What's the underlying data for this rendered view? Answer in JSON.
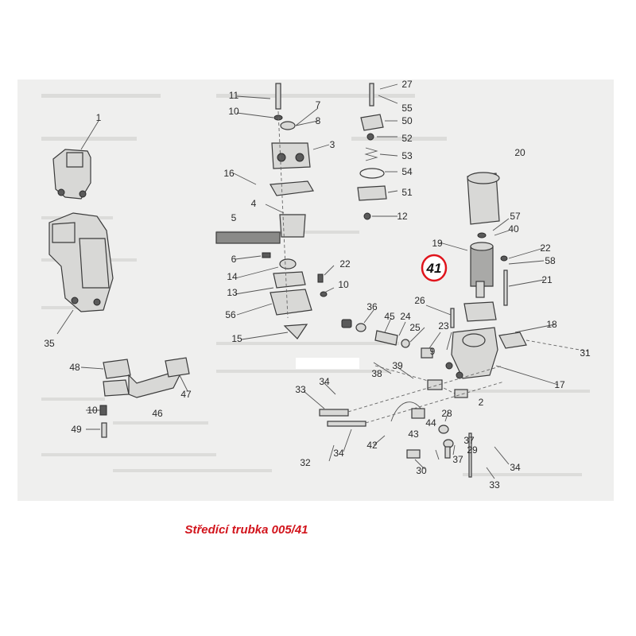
{
  "diagram": {
    "part_numbers": [
      "1",
      "2",
      "3",
      "4",
      "5",
      "6",
      "7",
      "8",
      "9",
      "10",
      "10",
      "10",
      "11",
      "12",
      "13",
      "14",
      "15",
      "16",
      "17",
      "18",
      "19",
      "20",
      "21",
      "22",
      "22",
      "23",
      "24",
      "25",
      "26",
      "27",
      "28",
      "29",
      "30",
      "31",
      "32",
      "33",
      "33",
      "34",
      "34",
      "34",
      "35",
      "36",
      "37",
      "37",
      "38",
      "39",
      "40",
      "42",
      "43",
      "44",
      "45",
      "46",
      "47",
      "48",
      "49",
      "50",
      "51",
      "52",
      "53",
      "54",
      "55",
      "56",
      "57",
      "58"
    ],
    "highlight_part": "41",
    "highlight_color": "#e0141c"
  },
  "caption": {
    "text": "Středící trubka 005/41",
    "color": "#d2141c"
  }
}
